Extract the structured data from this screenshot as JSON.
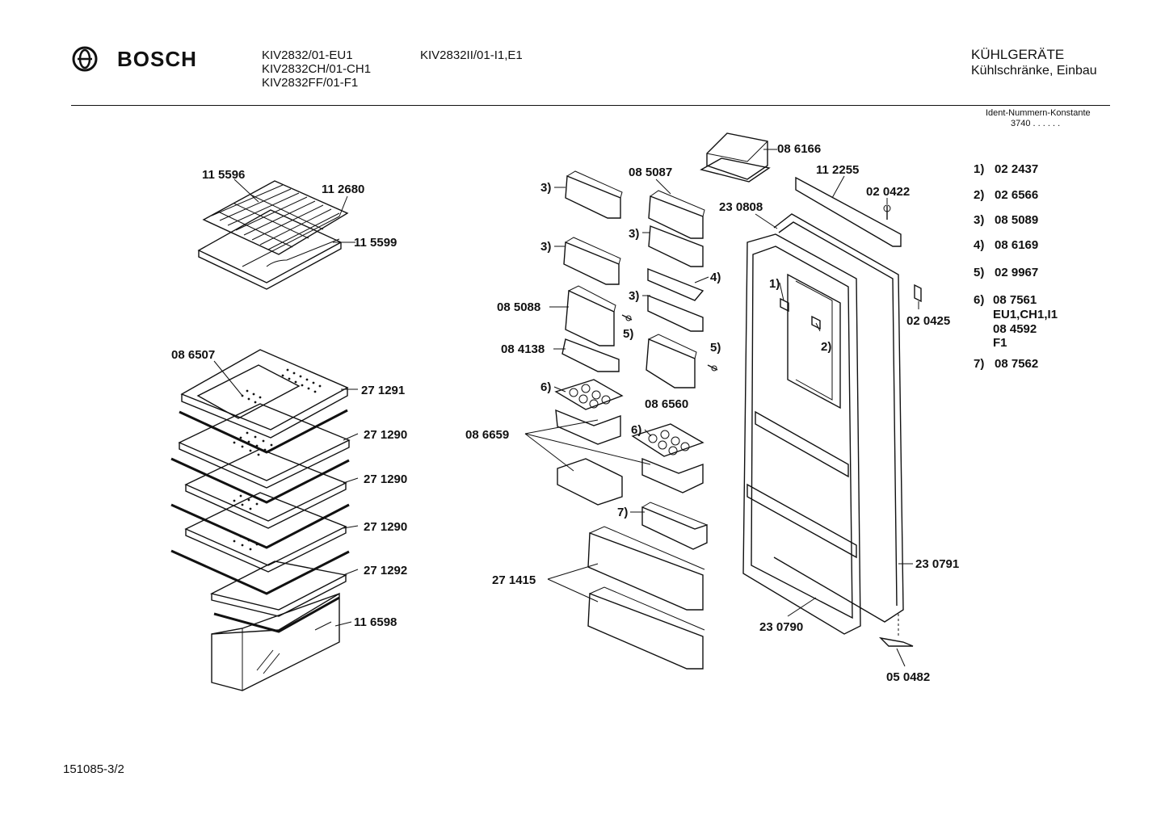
{
  "header": {
    "brand": "BOSCH",
    "models_col1": [
      "KIV2832/01-EU1",
      "KIV2832CH/01-CH1",
      "KIV2832FF/01-F1"
    ],
    "models_col2": "KIV2832II/01-I1,E1",
    "category": "KÜHLGERÄTE",
    "subcategory": "Kühlschränke, Einbau",
    "ident_label": "Ident-Nummern-Konstante",
    "ident_value": "3740  . .   . . . ."
  },
  "part_labels": {
    "p115596": "11 5596",
    "p112680": "11 2680",
    "p115599": "11 5599",
    "p086507": "08 6507",
    "p271291": "27 1291",
    "p271290a": "27 1290",
    "p271290b": "27 1290",
    "p271290c": "27 1290",
    "p271292": "27 1292",
    "p116598": "11 6598",
    "p085087": "08 5087",
    "p085088": "08 5088",
    "p084138": "08 4138",
    "p086560": "08 6560",
    "p086659": "08 6659",
    "p271415": "27 1415",
    "p086166": "08 6166",
    "p112255": "11 2255",
    "p020422": "02 0422",
    "p230808": "23 0808",
    "p020425": "02 0425",
    "p230791": "23 0791",
    "p230790": "23 0790",
    "p050482": "05 0482"
  },
  "callouts": {
    "c3a": "3)",
    "c3b": "3)",
    "c3c": "3)",
    "c3d": "3)",
    "c4": "4)",
    "c5a": "5)",
    "c5b": "5)",
    "c6a": "6)",
    "c6b": "6)",
    "c7": "7)",
    "c1door": "1)",
    "c2door": "2)"
  },
  "legend": [
    {
      "key": "1)",
      "value": "02 2437"
    },
    {
      "key": "2)",
      "value": "02 6566"
    },
    {
      "key": "3)",
      "value": "08 5089"
    },
    {
      "key": "4)",
      "value": "08 6169"
    },
    {
      "key": "5)",
      "value": "02 9967"
    },
    {
      "key": "6)",
      "value": "08 7561",
      "extra": [
        "EU1,CH1,I1",
        "08 4592",
        "F1"
      ]
    },
    {
      "key": "7)",
      "value": "08 7562"
    }
  ],
  "footer": {
    "doc_number": "151085-3/2"
  }
}
